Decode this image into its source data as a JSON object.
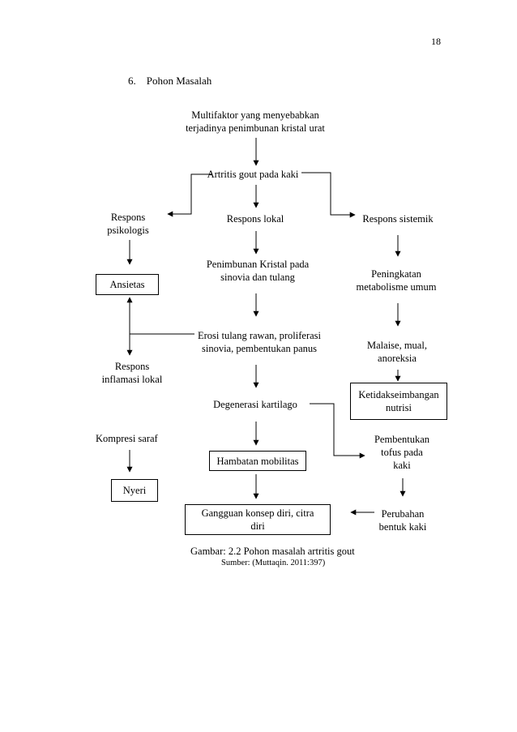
{
  "page_number": "18",
  "heading": {
    "number": "6.",
    "title": "Pohon Masalah"
  },
  "nodes": {
    "multifaktor": [
      "Multifaktor yang menyebabkan",
      "terjadinya penimbunan kristal urat"
    ],
    "artritis": "Artritis gout pada kaki",
    "respons_psikologis": [
      "Respons",
      "psikologis"
    ],
    "respons_lokal": "Respons lokal",
    "respons_sistemik": "Respons sistemik",
    "penimbunan": [
      "Penimbunan Kristal pada",
      "sinovia dan tulang"
    ],
    "ansietas": "Ansietas",
    "peningkatan": [
      "Peningkatan",
      "metabolisme umum"
    ],
    "erosi": [
      "Erosi tulang rawan, proliferasi",
      "sinovia, pembentukan panus"
    ],
    "malaise": [
      "Malaise, mual,",
      "anoreksia"
    ],
    "respons_inflamasi": [
      "Respons",
      "inflamasi lokal"
    ],
    "ketidakseimbangan": [
      "Ketidakseimbangan",
      "nutrisi"
    ],
    "degenerasi": "Degenerasi kartilago",
    "kompresi": "Kompresi saraf",
    "pembentukan": [
      "Pembentukan",
      "tofus pada",
      "kaki"
    ],
    "hambatan": "Hambatan mobilitas",
    "nyeri": "Nyeri",
    "gangguan": [
      "Gangguan  konsep diri, citra",
      "diri"
    ],
    "perubahan": [
      "Perubahan",
      "bentuk kaki"
    ]
  },
  "caption": "Gambar: 2.2 Pohon masalah artritis gout",
  "source": "Sumber: (Muttaqin. 2011:397)"
}
